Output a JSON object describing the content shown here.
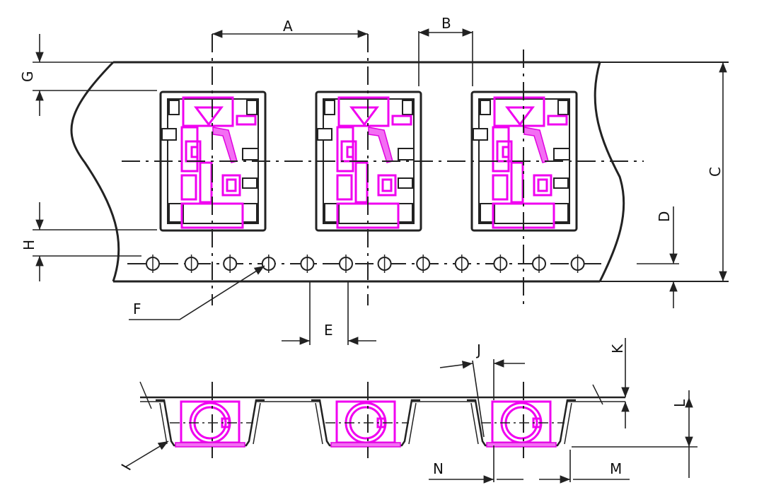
{
  "labels": {
    "A": "A",
    "B": "B",
    "C": "C",
    "D": "D",
    "E": "E",
    "F": "F",
    "G": "G",
    "H": "H",
    "I": "I",
    "J": "J",
    "K": "K",
    "L": "L",
    "M": "M",
    "N": "N"
  },
  "colors": {
    "line": "#222222",
    "component": "#f000f0",
    "component_fill": "#f36ef3",
    "tape_fill": "#ffffff"
  }
}
